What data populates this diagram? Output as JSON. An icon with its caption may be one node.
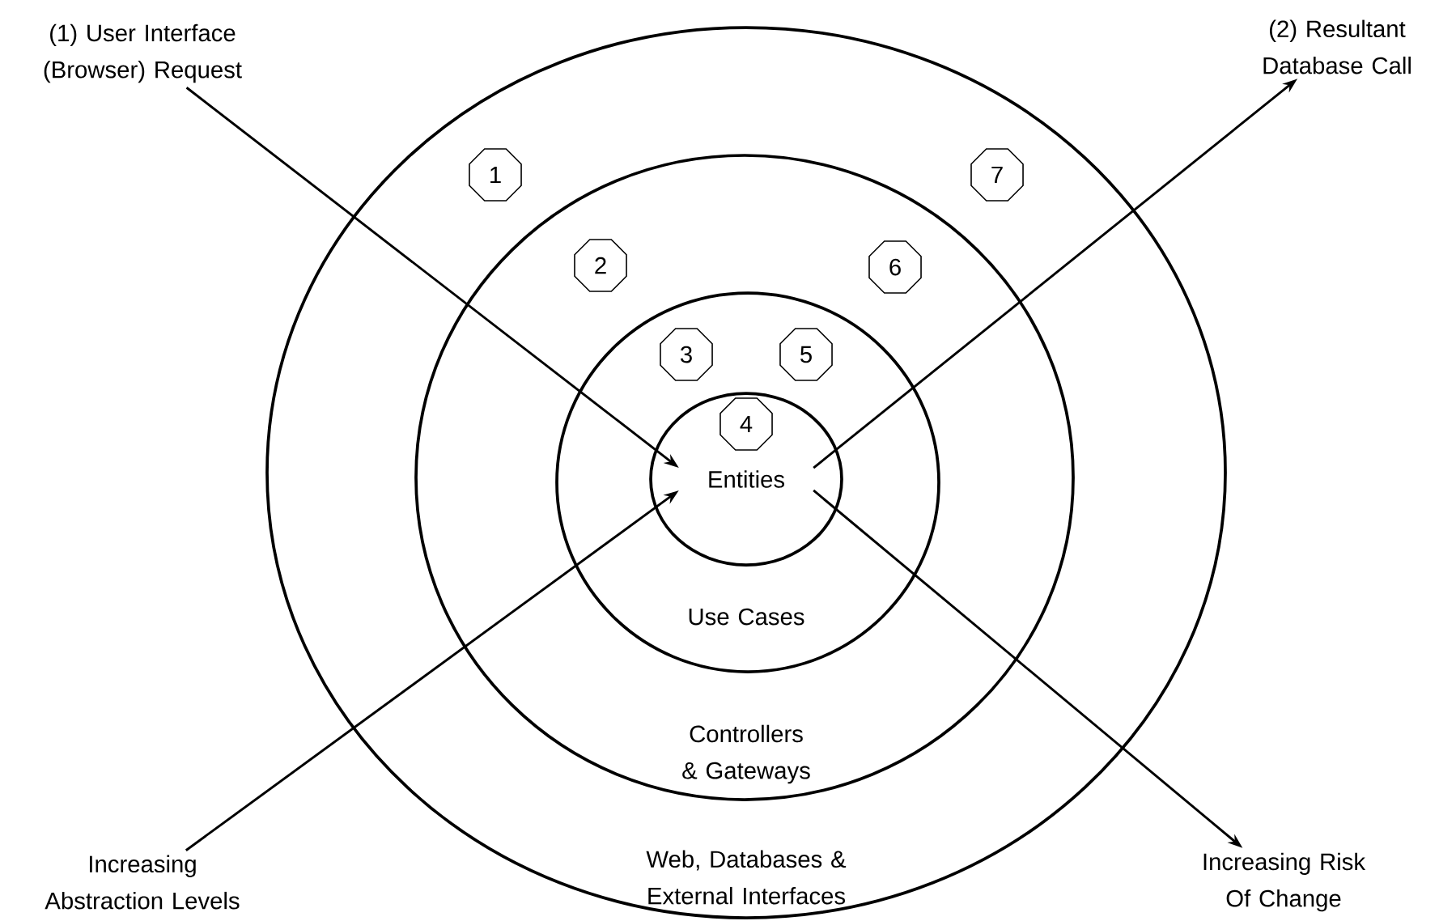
{
  "diagram": {
    "nodes": [
      {
        "text": [
          "(1) User Interface (Browser) Request"
        ]
      },
      {
        "text": [
          "(2) Resultant Database Call"
        ]
      },
      {
        "text": [
          "Web, Databases & External Interfaces"
        ]
      },
      {
        "text": [
          "Controllers & Gateways"
        ],
        "in": 2
      },
      {
        "text": [
          "Use Cases"
        ],
        "in": 3
      },
      {
        "text": [
          "Entities"
        ],
        "in": 4
      },
      {
        "text": [
          "1"
        ],
        "in": 2
      },
      {
        "text": [
          "2"
        ],
        "in": 3
      },
      {
        "text": [
          "3"
        ],
        "in": 4
      },
      {
        "text": [
          "4"
        ],
        "in": 5
      },
      {
        "text": [
          "5"
        ],
        "in": 4
      },
      {
        "text": [
          "6"
        ],
        "in": 3
      },
      {
        "text": [
          "7"
        ],
        "in": 2
      },
      {
        "text": [
          "Increasing Abstraction Levels"
        ]
      },
      {
        "text": [
          "Increasing Risk Of Change"
        ]
      }
    ],
    "edges": [
      {
        "from": 0,
        "to": 5,
        "arrow": "to"
      },
      {
        "from": 5,
        "to": 1,
        "arrow": "to"
      },
      {
        "from": 13,
        "to": 5,
        "arrow": "to"
      },
      {
        "from": 5,
        "to": 14,
        "arrow": "to"
      }
    ]
  }
}
